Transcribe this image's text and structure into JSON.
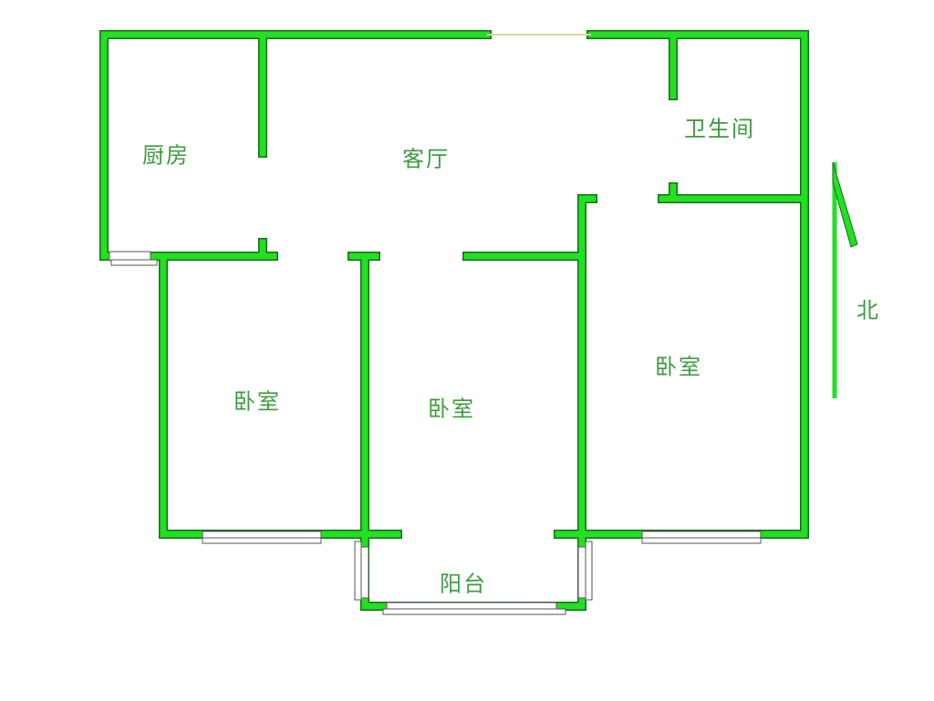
{
  "title": "Floor plan",
  "colors": {
    "wall": "#22e022",
    "wall_outline": "#1a6a1a",
    "label": "#3f9a3f"
  },
  "rooms": [
    {
      "id": "kitchen",
      "label": "厨房"
    },
    {
      "id": "living-room",
      "label": "客厅"
    },
    {
      "id": "bathroom",
      "label": "卫生间"
    },
    {
      "id": "bedroom-1",
      "label": "卧室"
    },
    {
      "id": "bedroom-2",
      "label": "卧室"
    },
    {
      "id": "bedroom-3",
      "label": "卧室"
    },
    {
      "id": "balcony",
      "label": "阳台"
    }
  ],
  "compass": {
    "label": "北"
  }
}
